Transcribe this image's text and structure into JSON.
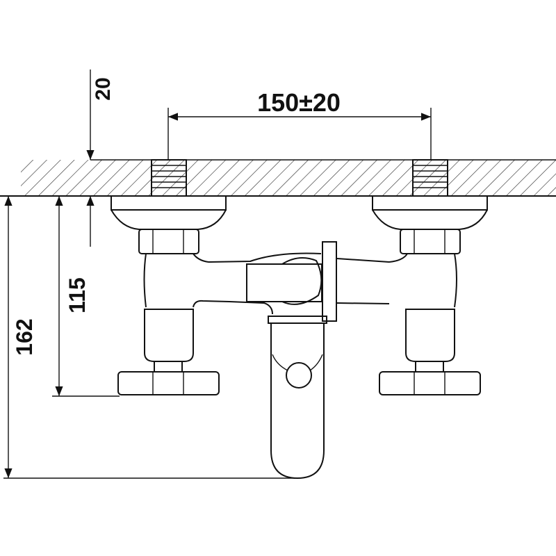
{
  "drawing": {
    "dimensions": {
      "wall_offset": "20",
      "inlet_spacing": "150±20",
      "handle_height": "115",
      "total_height": "162"
    }
  }
}
